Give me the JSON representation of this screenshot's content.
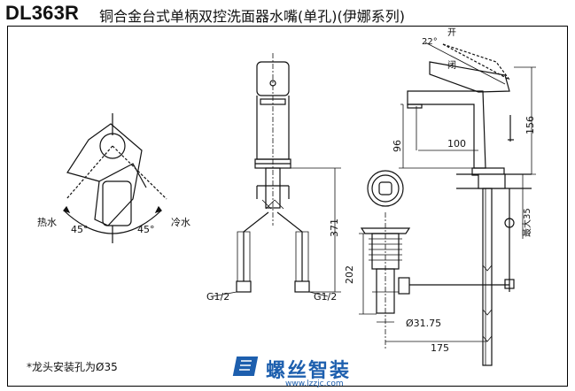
{
  "title": {
    "model": "DL363R",
    "description": "铜合金台式单柄双控洗面器水嘴(单孔)(伊娜系列)"
  },
  "top_view": {
    "hot_label": "热水",
    "cold_label": "冷水",
    "angle_left": "45°",
    "angle_right": "45°"
  },
  "front_view": {
    "dim_length": "371",
    "thread_left": "G1/2",
    "thread_right": "G1/2"
  },
  "side_view": {
    "open_label": "开",
    "close_label": "闭",
    "angle": "22°",
    "dim_height": "156",
    "dim_spout_height": "96",
    "dim_spout_reach": "100",
    "dim_max_thickness": "最大35"
  },
  "drain_view": {
    "dim_drain_height": "202",
    "dim_diameter": "Ø31.75",
    "dim_reach": "175"
  },
  "footer": {
    "note": "*龙头安装孔为Ø35",
    "logo_text": "螺丝智装",
    "logo_url": "www.lzzjc.com"
  },
  "colors": {
    "line": "#111111",
    "logo": "#1d5fae"
  }
}
